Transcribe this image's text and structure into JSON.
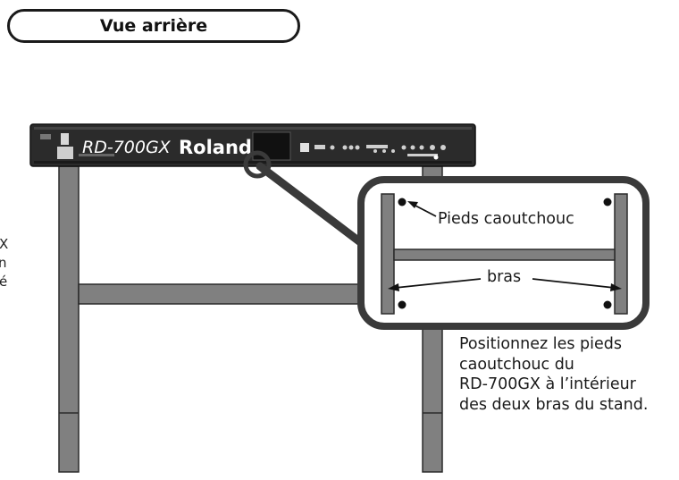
{
  "header": {
    "title": "Vue arrière"
  },
  "keyboard": {
    "model_text": "RD-700GX",
    "brand": "Roland"
  },
  "callout": {
    "feet_label": "Pieds caoutchouc",
    "arms_label": "bras"
  },
  "note": {
    "lines": [
      "Positionnez les pieds",
      "caoutchouc du",
      "RD-700GX à l’intérieur",
      "des deux bras du stand."
    ]
  },
  "edge_text": {
    "lines": [
      "X",
      "n",
      "é"
    ]
  },
  "colors": {
    "stand": "#7f7f7f",
    "stand_outline": "#2a2a2a",
    "keyboard_body": "#2b2b2b",
    "callout_border": "#3a3a3a"
  }
}
